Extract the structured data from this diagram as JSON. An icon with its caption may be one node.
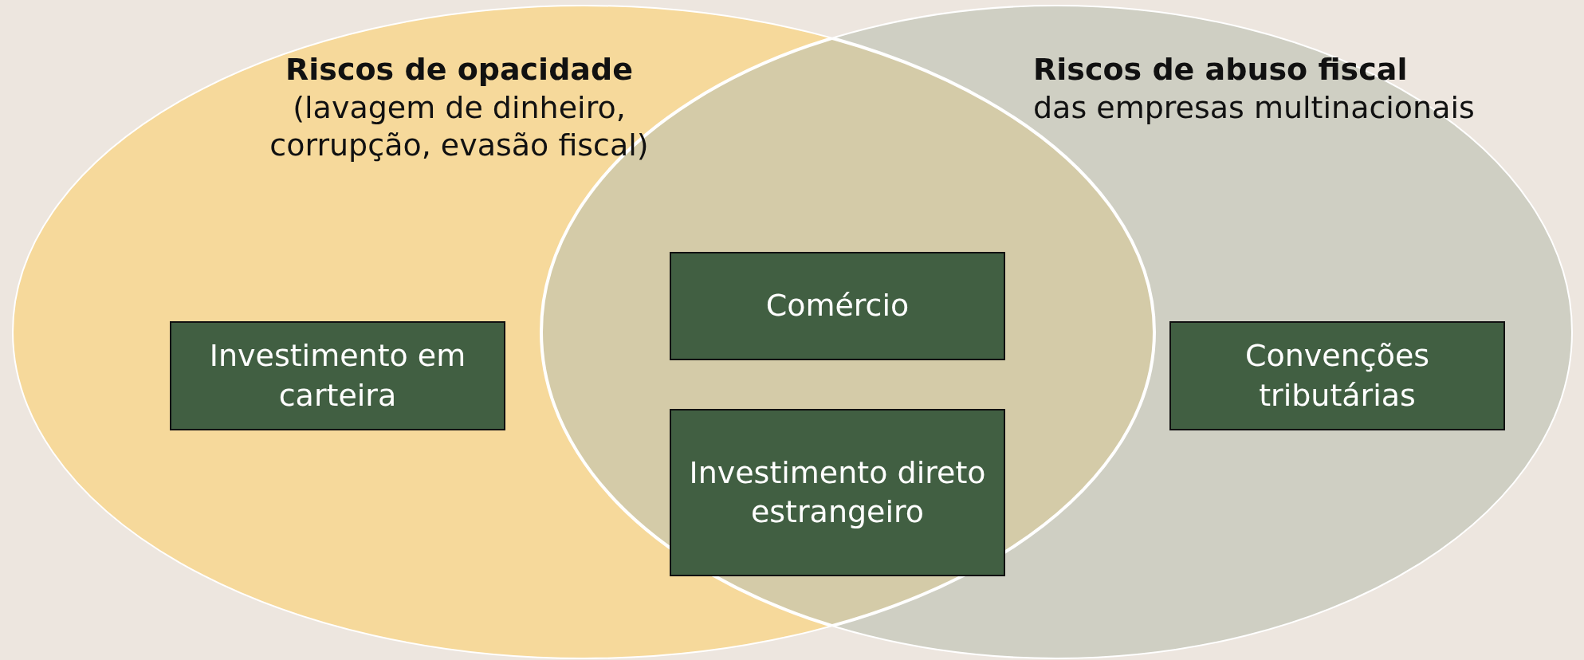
{
  "diagram": {
    "nodes": [
      {
        "text": [
          "Riscos de opacidade",
          "(lavagem de dinheiro, corrupção, evasão fiscal)"
        ]
      },
      {
        "text": [
          "Riscos de abuso fiscal",
          "das empresas multinacionais"
        ]
      },
      {
        "text": [
          "Investimento em carteira"
        ],
        "in": 0
      },
      {
        "text": [
          "Comércio"
        ]
      },
      {
        "text": [
          "Investimento direto estrangeiro"
        ]
      },
      {
        "text": [
          "Convenções tributárias"
        ],
        "in": 1
      }
    ]
  }
}
